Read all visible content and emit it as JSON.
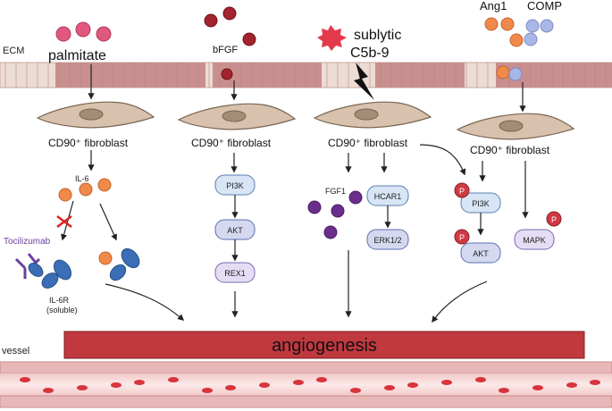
{
  "ecm_label": "ECM",
  "vessel_label": "vessel",
  "stimuli": {
    "palmitate": "palmitate",
    "bfgf": "bFGF",
    "sublytic_line1": "sublytic",
    "sublytic_line2": "C5b-9",
    "ang1": "Ang1",
    "comp": "COMP"
  },
  "fibroblast_label": "CD90⁺ fibroblast",
  "pathway1": {
    "il6": "IL-6",
    "tocilizumab": "Tocilizumab",
    "il6r_line1": "IL-6R",
    "il6r_line2": "(soluble)"
  },
  "pathway2": {
    "pi3k": "PI3K",
    "akt": "AKT",
    "rex1": "REX1"
  },
  "pathway3": {
    "fgf1": "FGF1",
    "hcar1": "HCAR1",
    "erk": "ERK1/2"
  },
  "pathway4": {
    "pi3k": "PI3K",
    "akt": "AKT",
    "mapk": "MAPK",
    "phospho": "P"
  },
  "outcome": "angiogenesis",
  "colors": {
    "palmitate": "#e0587e",
    "bfgf": "#a3242e",
    "complement": "#e23a4a",
    "ang1": "#f08a4b",
    "comp": "#a9b7e6",
    "il6r": "#3a6fb8",
    "tocilizumab": "#6b3fa0",
    "fgf1": "#6b2e8a",
    "node_blue": "#d7e5f5",
    "node_lavender": "#e4ddf3",
    "banner": "#c0393f",
    "membrane": "#c98e8e",
    "fibroblast": "#d8c2ad",
    "phospho": "#cf3a44"
  }
}
